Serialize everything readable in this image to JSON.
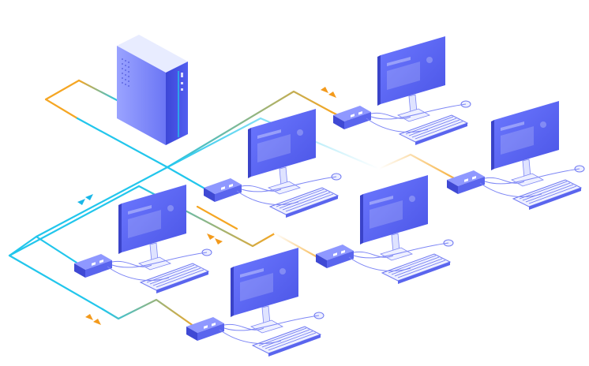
{
  "colors": {
    "cable_cyan": "#22c6ec",
    "cable_orange": "#f5a623",
    "monitor_blue": "#5b66f2",
    "monitor_dark": "#3d47d6",
    "server_blue": "#5a66e8",
    "server_highlight": "#e8ecff",
    "peripheral_light": "#eef0ff",
    "peripheral_stroke": "#7d86f5",
    "arrow_cyan": "#19b7e8",
    "arrow_orange": "#f39a1c"
  },
  "icons": {
    "server": "server-tower-icon",
    "monitor": "monitor-icon",
    "keyboard": "keyboard-icon",
    "mouse": "mouse-icon",
    "dock": "docking-station-icon",
    "arrow": "direction-arrow-icon"
  },
  "workstations": [
    {
      "id": "ws1"
    },
    {
      "id": "ws2"
    },
    {
      "id": "ws3"
    },
    {
      "id": "ws4"
    },
    {
      "id": "ws5"
    },
    {
      "id": "ws6"
    }
  ]
}
